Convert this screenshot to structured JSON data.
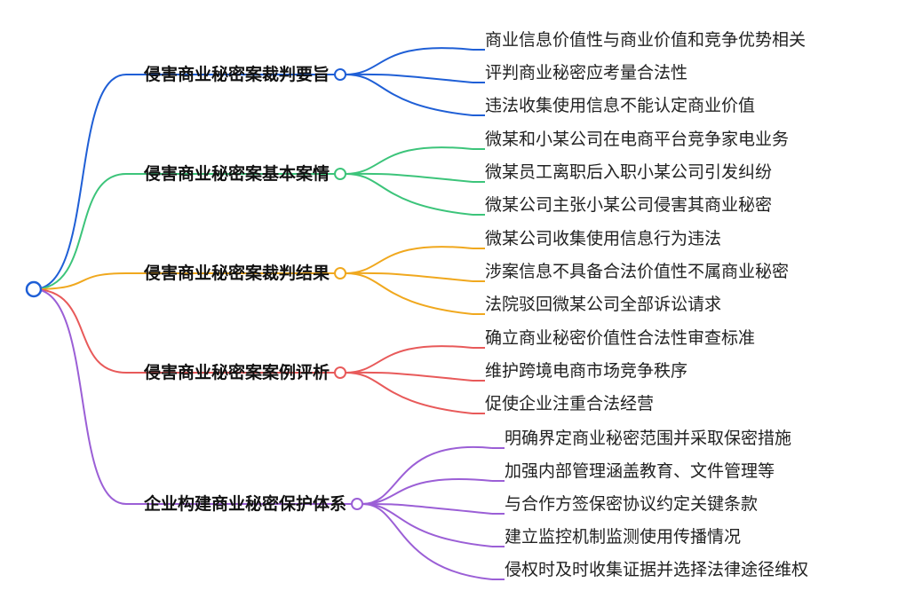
{
  "mindmap": {
    "root": {
      "label": ""
    },
    "branches": [
      {
        "label": "侵害商业秘密案裁判要旨",
        "color": "#1f5fd6",
        "children": [
          "商业信息价值性与商业价值和竞争优势相关",
          "评判商业秘密应考量合法性",
          "违法收集使用信息不能认定商业价值"
        ]
      },
      {
        "label": "侵害商业秘密案基本案情",
        "color": "#3cc47a",
        "children": [
          "微某和小某公司在电商平台竞争家电业务",
          "微某员工离职后入职小某公司引发纠纷",
          "微某公司主张小某公司侵害其商业秘密"
        ]
      },
      {
        "label": "侵害商业秘密案裁判结果",
        "color": "#f0a81e",
        "children": [
          "微某公司收集使用信息行为违法",
          "涉案信息不具备合法价值性不属商业秘密",
          "法院驳回微某公司全部诉讼请求"
        ]
      },
      {
        "label": "侵害商业秘密案案例评析",
        "color": "#e85a5a",
        "children": [
          "确立商业秘密价值性合法性审查标准",
          "维护跨境电商市场竞争秩序",
          "促使企业注重合法经营"
        ]
      },
      {
        "label": "企业构建商业秘密保护体系",
        "color": "#9b5fd6",
        "children": [
          "明确界定商业秘密范围并采取保密措施",
          "加强内部管理涵盖教育、文件管理等",
          "与合作方签保密协议约定关键条款",
          "建立监控机制监测使用传播情况",
          "侵权时及时收集证据并选择法律途径维权"
        ]
      }
    ]
  }
}
